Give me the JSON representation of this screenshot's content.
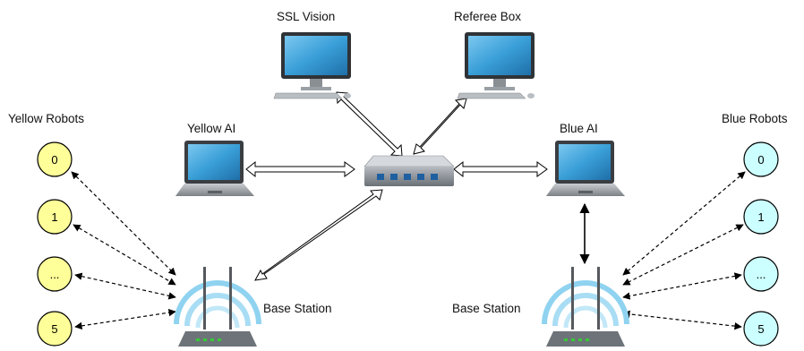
{
  "nodes": {
    "ssl_vision": {
      "label": "SSL Vision",
      "icon": "desktop-monitor-icon"
    },
    "referee_box": {
      "label": "Referee Box",
      "icon": "desktop-monitor-icon"
    },
    "yellow_ai": {
      "label": "Yellow AI",
      "icon": "laptop-icon"
    },
    "blue_ai": {
      "label": "Blue AI",
      "icon": "laptop-icon"
    },
    "switch": {
      "icon": "network-switch-icon"
    },
    "base_station_left": {
      "label": "Base Station",
      "icon": "wifi-router-icon"
    },
    "base_station_right": {
      "label": "Base Station",
      "icon": "wifi-router-icon"
    }
  },
  "yellow_robots": {
    "title": "Yellow Robots",
    "ids": [
      "0",
      "1",
      "...",
      "5"
    ],
    "color": "#ffff99"
  },
  "blue_robots": {
    "title": "Blue Robots",
    "ids": [
      "0",
      "1",
      "...",
      "5"
    ],
    "color": "#ccffff"
  },
  "colors": {
    "screen": "#3a9fd8",
    "device_body": "#6d7378",
    "wifi_waves": "#8fd3f0",
    "led": "#33cc33"
  }
}
